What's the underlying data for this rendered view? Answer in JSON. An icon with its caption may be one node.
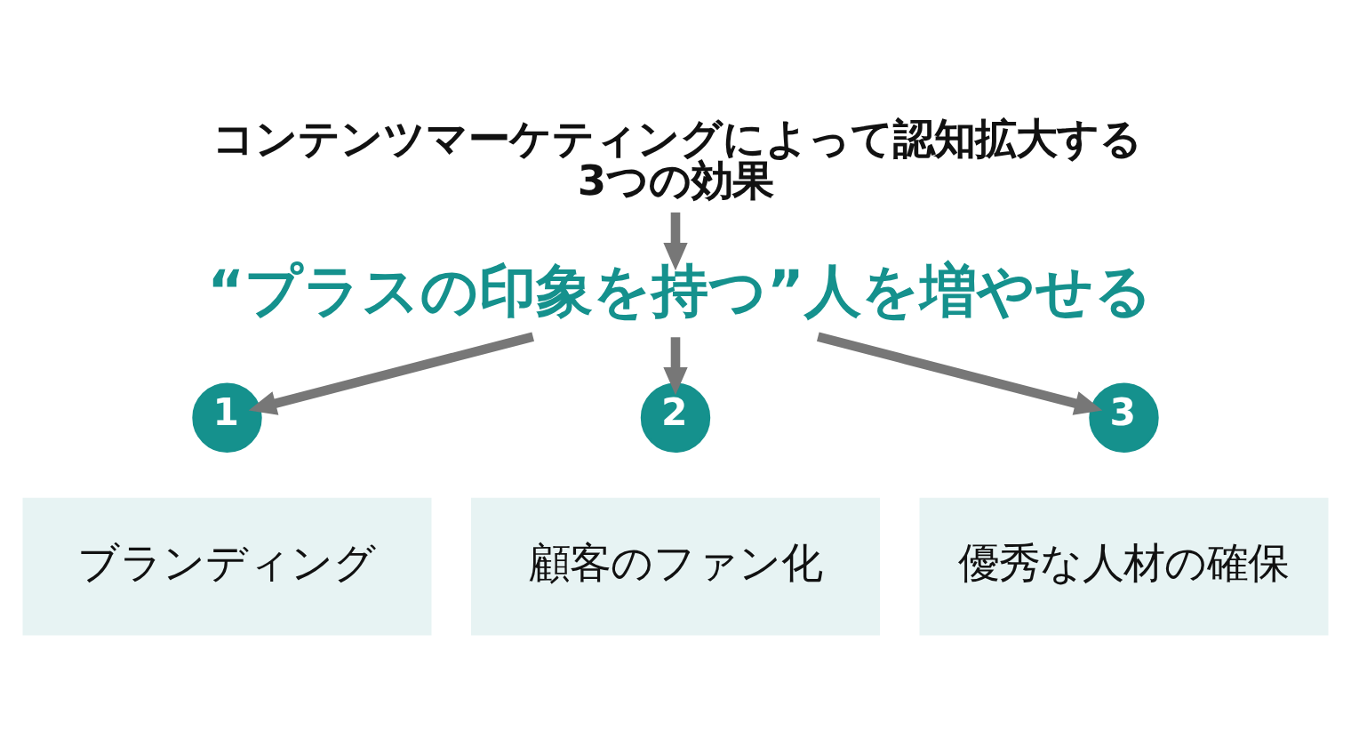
{
  "diagram": {
    "nodes": [
      {
        "text": [
          "コンテンツマーケティングによって認知拡大する3つの効果"
        ]
      },
      {
        "text": [
          "“プラスの印象を持つ”人を増やせる"
        ]
      },
      {
        "text": [
          "1"
        ]
      },
      {
        "text": [
          "ブランディング"
        ]
      },
      {
        "text": [
          "2"
        ]
      },
      {
        "text": [
          "顧客のファン化"
        ]
      },
      {
        "text": [
          "3"
        ]
      },
      {
        "text": [
          "優秀な人材の確保"
        ]
      }
    ],
    "edges": [
      {
        "from": 0,
        "to": 1,
        "arrow": "to"
      },
      {
        "from": 1,
        "to": 2,
        "arrow": "to"
      },
      {
        "from": 1,
        "to": 4,
        "arrow": "to"
      },
      {
        "from": 1,
        "to": 6,
        "arrow": "to"
      }
    ]
  }
}
